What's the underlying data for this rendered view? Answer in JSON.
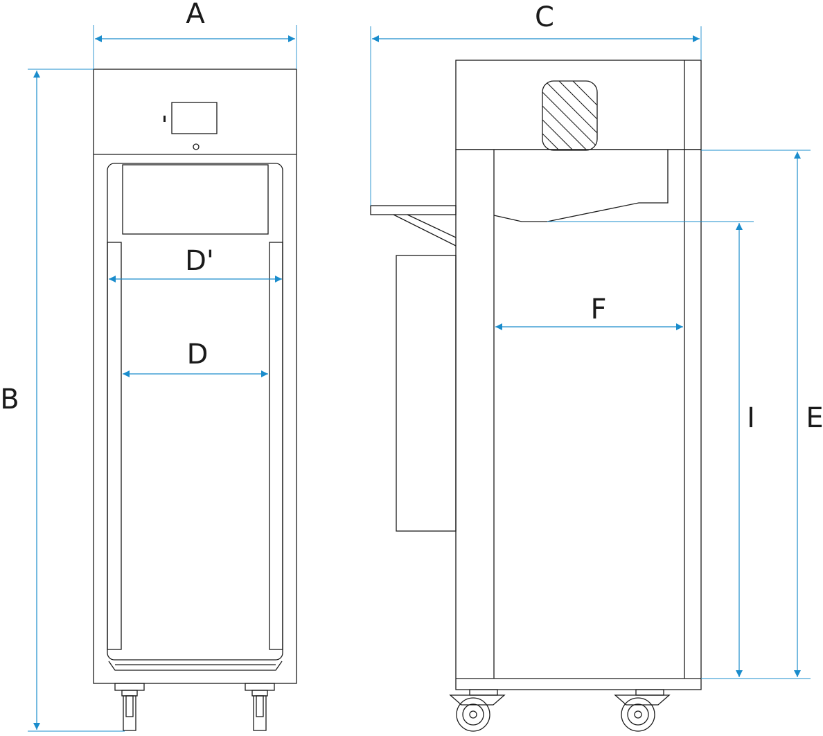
{
  "dimension_labels": {
    "A": "A",
    "B": "B",
    "C": "C",
    "D": "D",
    "D_prime": "D'",
    "E": "E",
    "F": "F",
    "I": "I"
  },
  "colors": {
    "dimension_line": "#1a8ccc",
    "outline": "#1a1a1a",
    "background": "#ffffff"
  }
}
